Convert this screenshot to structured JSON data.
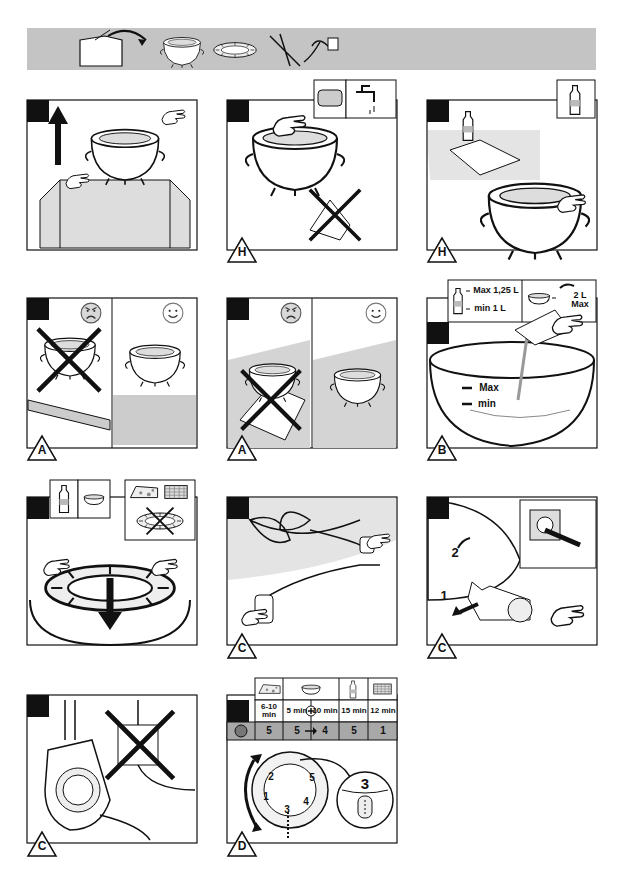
{
  "diagram": {
    "labels": [
      "H",
      "H",
      "A",
      "A",
      "Max 1,25 L",
      "min 1 L",
      "2 L Max",
      "Max",
      "min",
      "B",
      "C",
      "2",
      "1",
      "C",
      "C",
      "6-10 min",
      "5 min",
      "10 min",
      "15 min",
      "12 min",
      "5",
      "5",
      "4",
      "5",
      "1",
      "2",
      "1",
      "3",
      "4",
      "5",
      "3",
      "D"
    ]
  }
}
